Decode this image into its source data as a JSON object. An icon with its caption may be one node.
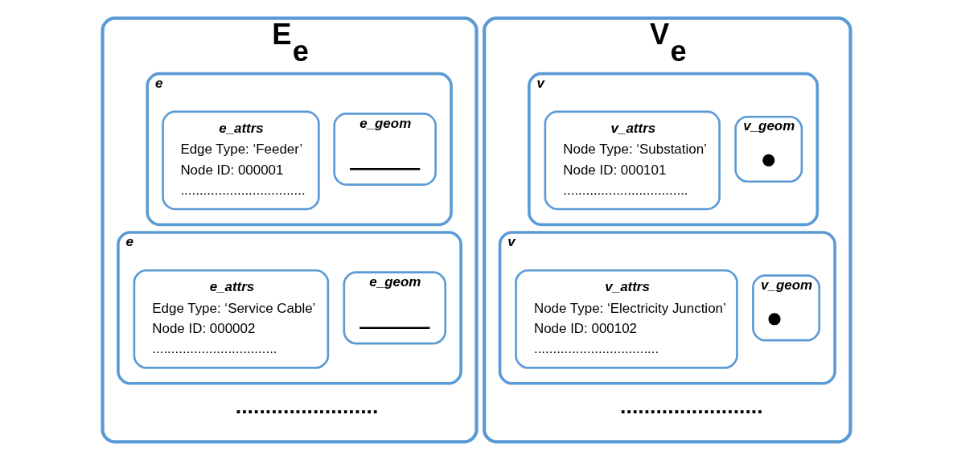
{
  "diagram": {
    "nodes": [
      {
        "text": [
          "E$_{e}$"
        ]
      },
      {
        "text": [
          "e"
        ],
        "in": 0
      },
      {
        "text": [
          "e_geom"
        ],
        "in": 1
      },
      {
        "text": [],
        "shape": "picture",
        "in": 2
      },
      {
        "text": [
          "e_attrs",
          "Edge Type: ‘Feeder’",
          "Node ID: 000001",
          "................................."
        ],
        "in": 1
      },
      {
        "text": [
          "e"
        ],
        "in": 0
      },
      {
        "text": [
          "e_geom"
        ],
        "in": 5
      },
      {
        "text": [],
        "shape": "picture",
        "in": 6
      },
      {
        "text": [
          "e_attrs",
          "Edge Type: ‘Service Cable’",
          "Node ID: 000002",
          "................................."
        ],
        "in": 5
      },
      {
        "text": [
          "V$_{e}$"
        ]
      },
      {
        "text": [
          "v"
        ],
        "in": 9
      },
      {
        "text": [
          "v_geom"
        ],
        "in": 10
      },
      {
        "text": [],
        "shape": "circle",
        "in": 11
      },
      {
        "text": [
          "v_attrs",
          "Node Type: ‘Substation’",
          "Node ID: 000101",
          "................................."
        ],
        "in": 10
      },
      {
        "text": [
          "v"
        ],
        "in": 9
      },
      {
        "text": [
          "v_geom"
        ],
        "in": 14
      },
      {
        "text": [],
        "shape": "circle",
        "in": 15
      },
      {
        "text": [
          "v_attrs",
          "Node Type: ‘Electricity Junction’",
          "Node ID: 000102",
          "................................."
        ],
        "in": 14
      }
    ],
    "edges": [],
    "labels": [
      "........................",
      "........................"
    ]
  }
}
